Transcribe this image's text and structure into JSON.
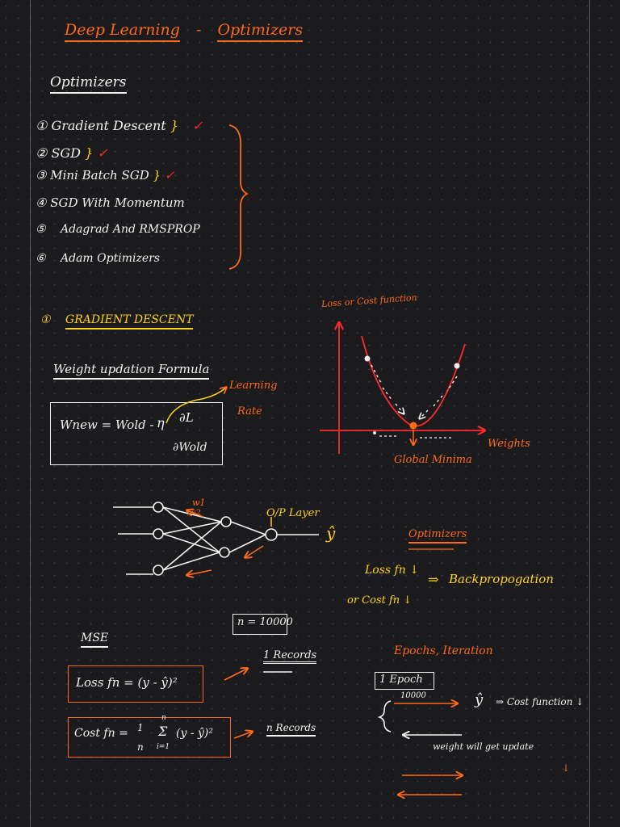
{
  "title": {
    "part1": "Deep Learning",
    "dash": "-",
    "part2": "Optimizers"
  },
  "optimizers_heading": "Optimizers",
  "optimizer_list": [
    {
      "num": "①",
      "label": "Gradient Descent",
      "brace": "}",
      "check": "✓"
    },
    {
      "num": "②",
      "label": "SGD",
      "brace": "}",
      "check": "✓"
    },
    {
      "num": "③",
      "label": "Mini Batch SGD",
      "brace": "}",
      "check": "✓"
    },
    {
      "num": "④",
      "label": "SGD With Momentum",
      "brace": "",
      "check": ""
    },
    {
      "num": "⑤",
      "label": "Adagrad And RMSPROP",
      "brace": "",
      "check": ""
    },
    {
      "num": "⑥",
      "label": "Adam Optimizers",
      "brace": "",
      "check": ""
    }
  ],
  "section_gd": {
    "marker": "①",
    "title": "GRADIENT DESCENT"
  },
  "weight_formula": {
    "heading": "Weight updation Formula",
    "lhs": "Wnew = Wold -",
    "eta": "η",
    "numerator": "∂L",
    "denominator": "∂Wold",
    "learning_rate_label_1": "Learning",
    "learning_rate_label_2": "Rate"
  },
  "loss_graph": {
    "ylabel": "Loss or Cost function",
    "xlabel": "Weights",
    "minima_label": "Global Minima"
  },
  "network": {
    "w1_label": "w1",
    "w2_label": "w2",
    "output_label": "O/P Layer",
    "yhat": "ŷ"
  },
  "right_notes": {
    "optimizers": "Optimizers",
    "loss_fn": "Loss fn ↓",
    "arrow": "⇒",
    "backprop": "Backpropogation",
    "cost_fn": "or Cost fn ↓"
  },
  "n_box": "n = 10000",
  "mse": {
    "label": "MSE",
    "loss_fn": "Loss fn  =  (y - ŷ)²",
    "one_record": "1 Records",
    "cost_fn_lhs": "Cost fn  =",
    "cost_frac_num": "1",
    "cost_frac_den": "n",
    "sum_top": "n",
    "sum_sym": "Σ",
    "sum_bottom": "i=1",
    "cost_fn_rhs": "(y - ŷ)²",
    "n_records": "n Records"
  },
  "epochs": {
    "heading": "Epochs, Iteration",
    "one_epoch": "1 Epoch",
    "count": "10000",
    "yhat": "ŷ",
    "cost_function": "⇒ Cost function ↓",
    "weight_update": "weight will get update",
    "down_arrow": "↓"
  },
  "colors": {
    "orange": "#ff6a1a",
    "yellow": "#ffd21a",
    "red": "#ff2a2a",
    "white": "#f2f2f2",
    "background": "#1b1b1d"
  }
}
